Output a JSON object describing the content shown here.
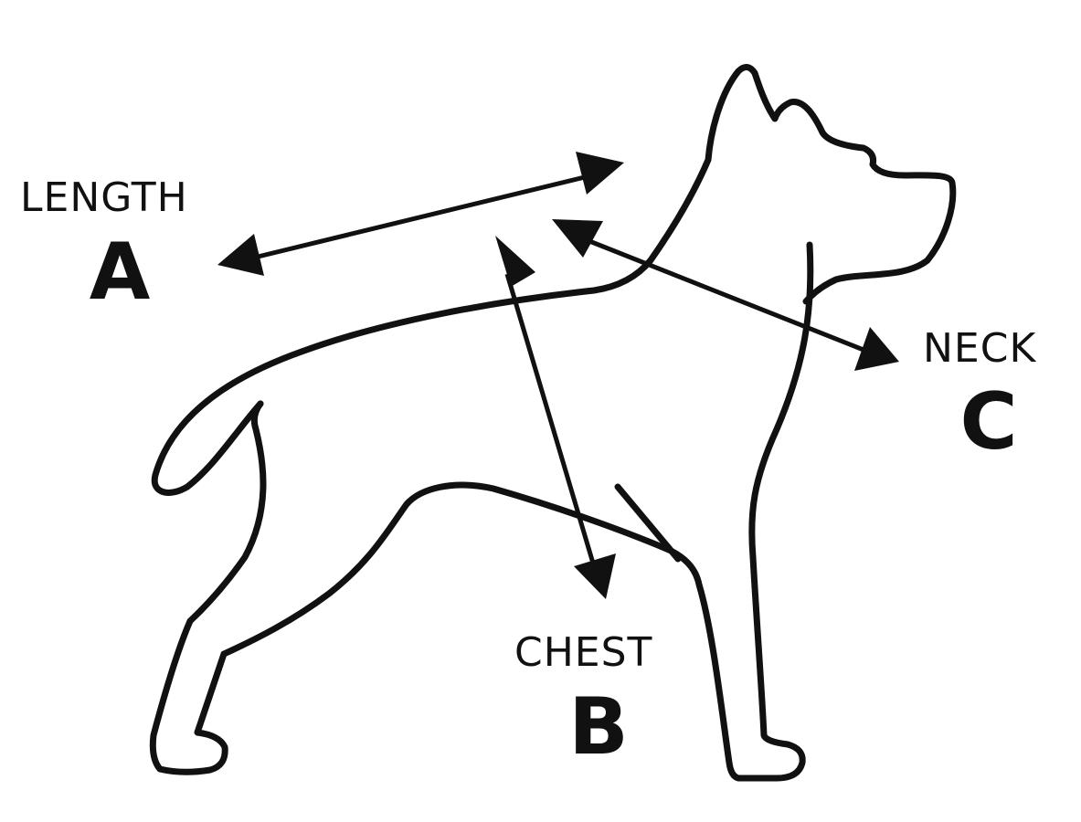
{
  "measurements": [
    {
      "key": "length",
      "word": "LENGTH",
      "letter": "A"
    },
    {
      "key": "chest",
      "word": "CHEST",
      "letter": "B"
    },
    {
      "key": "neck",
      "word": "NECK",
      "letter": "C"
    }
  ],
  "colors": {
    "ink": "#111111",
    "background": "#ffffff"
  }
}
